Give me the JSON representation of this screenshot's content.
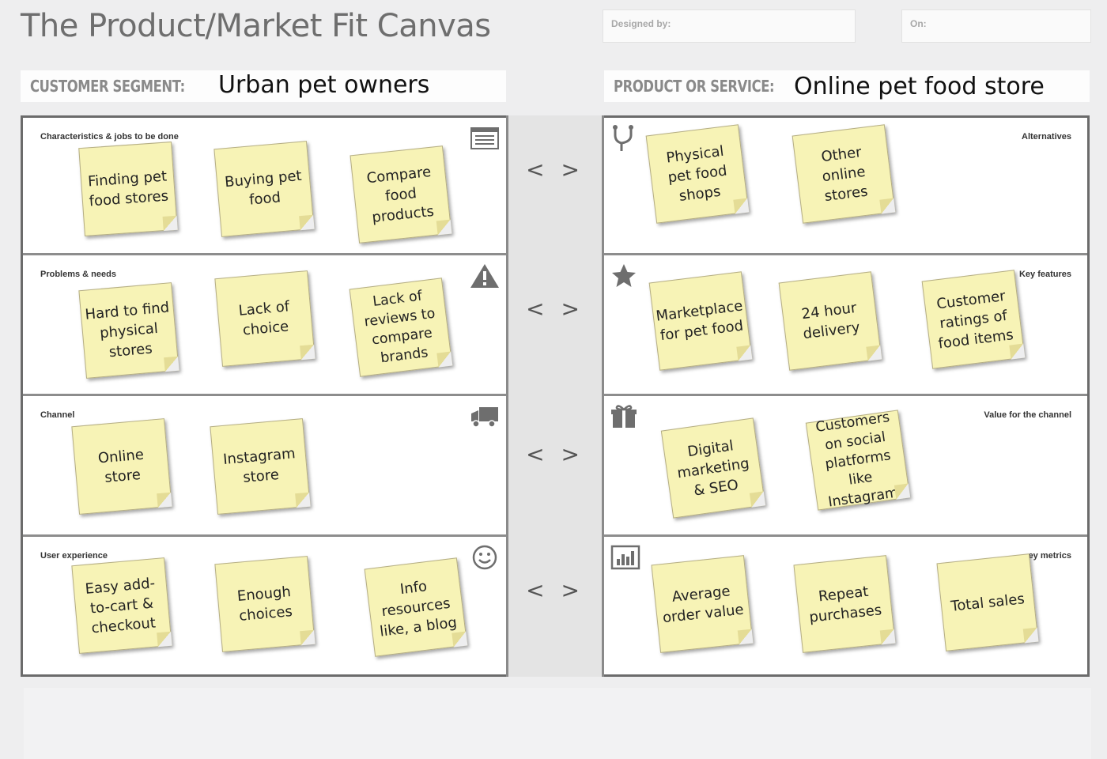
{
  "title": "The Product/Market Fit Canvas",
  "designed_by_label": "Designed by:",
  "on_label": "On:",
  "customer_segment": {
    "label": "CUSTOMER SEGMENT:",
    "value": "Urban pet owners"
  },
  "product_or_service": {
    "label": "PRODUCT OR SERVICE:",
    "value": "Online pet food store"
  },
  "arrows": "<>",
  "left": {
    "characteristics": {
      "title": "Characteristics & jobs to be done",
      "icon": "list-window-icon",
      "notes": [
        "Finding pet\nfood stores",
        "Buying pet\nfood",
        "Compare\nfood\nproducts"
      ]
    },
    "problems": {
      "title": "Problems & needs",
      "icon": "warning-icon",
      "notes": [
        "Hard to find\nphysical\nstores",
        "Lack of\nchoice",
        "Lack of\nreviews to\ncompare\nbrands"
      ]
    },
    "channel": {
      "title": "Channel",
      "icon": "truck-icon",
      "notes": [
        "Online\nstore",
        "Instagram\nstore"
      ]
    },
    "user_experience": {
      "title": "User experience",
      "icon": "smiley-icon",
      "notes": [
        "Easy add-\nto-cart &\ncheckout",
        "Enough\nchoices",
        "Info\nresources\nlike, a blog"
      ]
    }
  },
  "right": {
    "alternatives": {
      "title": "Alternatives",
      "icon": "fork-icon",
      "notes": [
        "Physical\npet food\nshops",
        "Other\nonline\nstores"
      ]
    },
    "key_features": {
      "title": "Key features",
      "icon": "star-icon",
      "notes": [
        "Marketplace\nfor pet food",
        "24 hour\ndelivery",
        "Customer\nratings of\nfood items"
      ]
    },
    "value_channel": {
      "title": "Value for the channel",
      "icon": "gift-icon",
      "notes": [
        "Digital\nmarketing\n& SEO",
        "Customers\non social\nplatforms like\nInstagram"
      ]
    },
    "key_metrics": {
      "title": "ey metrics",
      "icon": "bar-chart-icon",
      "notes": [
        "Average\norder value",
        "Repeat\npurchases",
        "Total sales"
      ]
    }
  }
}
